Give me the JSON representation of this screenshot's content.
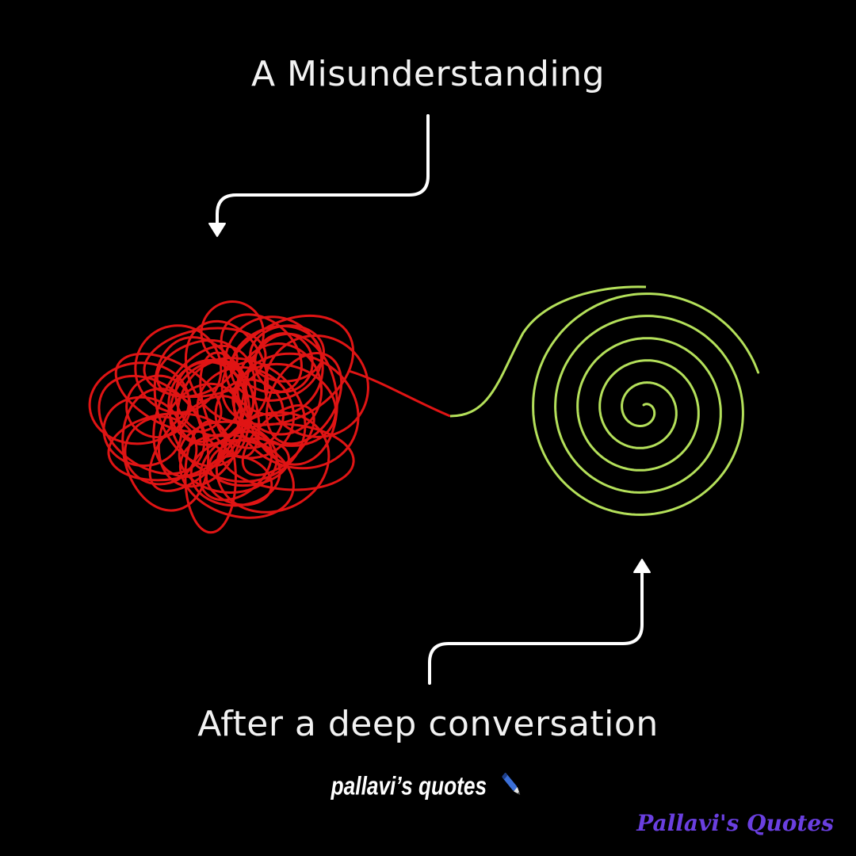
{
  "captions": {
    "top": "A Misunderstanding",
    "bottom": "After a deep conversation"
  },
  "signature": {
    "text": "pallavi’s quotes",
    "icon": "pen-icon"
  },
  "watermark": {
    "text": "Pallavi's Quotes"
  },
  "colors": {
    "background": "#000000",
    "tangle": "#e01414",
    "spiral": "#b4e05a",
    "arrow": "#ffffff",
    "watermark": "#6a3fe0"
  }
}
